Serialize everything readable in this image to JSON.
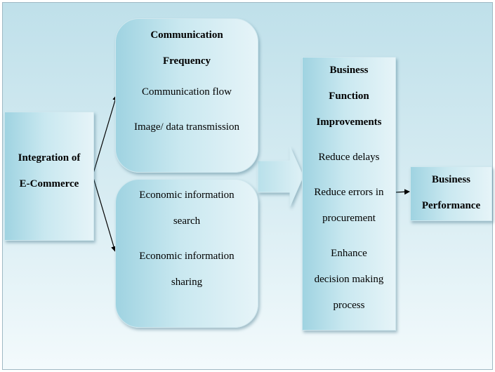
{
  "integration": {
    "line1": "Integration of",
    "line2": "E-Commerce"
  },
  "communication": {
    "title_line1": "Communication",
    "title_line2": "Frequency",
    "item1": "Communication flow",
    "item2": "Image/ data transmission"
  },
  "economic": {
    "item1_line1": "Economic information",
    "item1_line2": "search",
    "item2_line1": "Economic information",
    "item2_line2": "sharing"
  },
  "function": {
    "title_line1": "Business",
    "title_line2": "Function",
    "title_line3": "Improvements",
    "item1": "Reduce delays",
    "item2_line1": "Reduce errors in",
    "item2_line2": "procurement",
    "item3_line1": "Enhance",
    "item3_line2": "decision making",
    "item3_line3": "process"
  },
  "performance": {
    "line1": "Business",
    "line2": "Performance"
  }
}
